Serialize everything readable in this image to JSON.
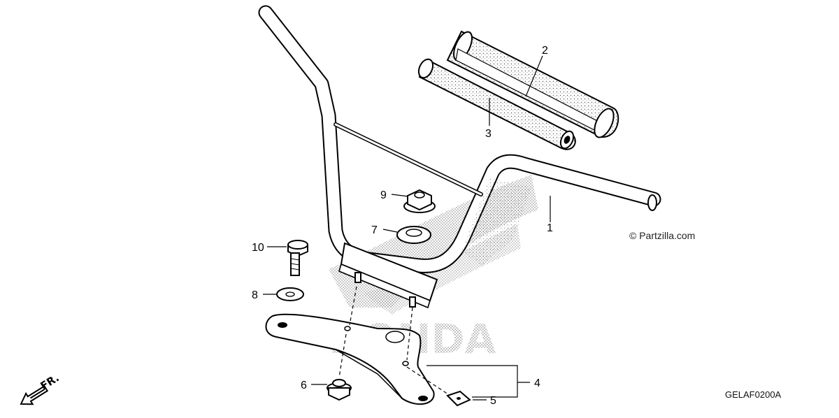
{
  "diagram": {
    "watermark": "HONDA",
    "credit": "© Partzilla.com",
    "diagram_code": "GELAF0200A",
    "front_marker": "FR.",
    "callouts": [
      {
        "id": "c1",
        "label": "1"
      },
      {
        "id": "c2",
        "label": "2"
      },
      {
        "id": "c3",
        "label": "3"
      },
      {
        "id": "c4",
        "label": "4"
      },
      {
        "id": "c5",
        "label": "5"
      },
      {
        "id": "c6",
        "label": "6"
      },
      {
        "id": "c7",
        "label": "7"
      },
      {
        "id": "c8",
        "label": "8"
      },
      {
        "id": "c9",
        "label": "9"
      },
      {
        "id": "c10",
        "label": "10"
      }
    ]
  },
  "colors": {
    "line": "#000000",
    "background": "#ffffff",
    "stipple": "#9a9a9a"
  }
}
